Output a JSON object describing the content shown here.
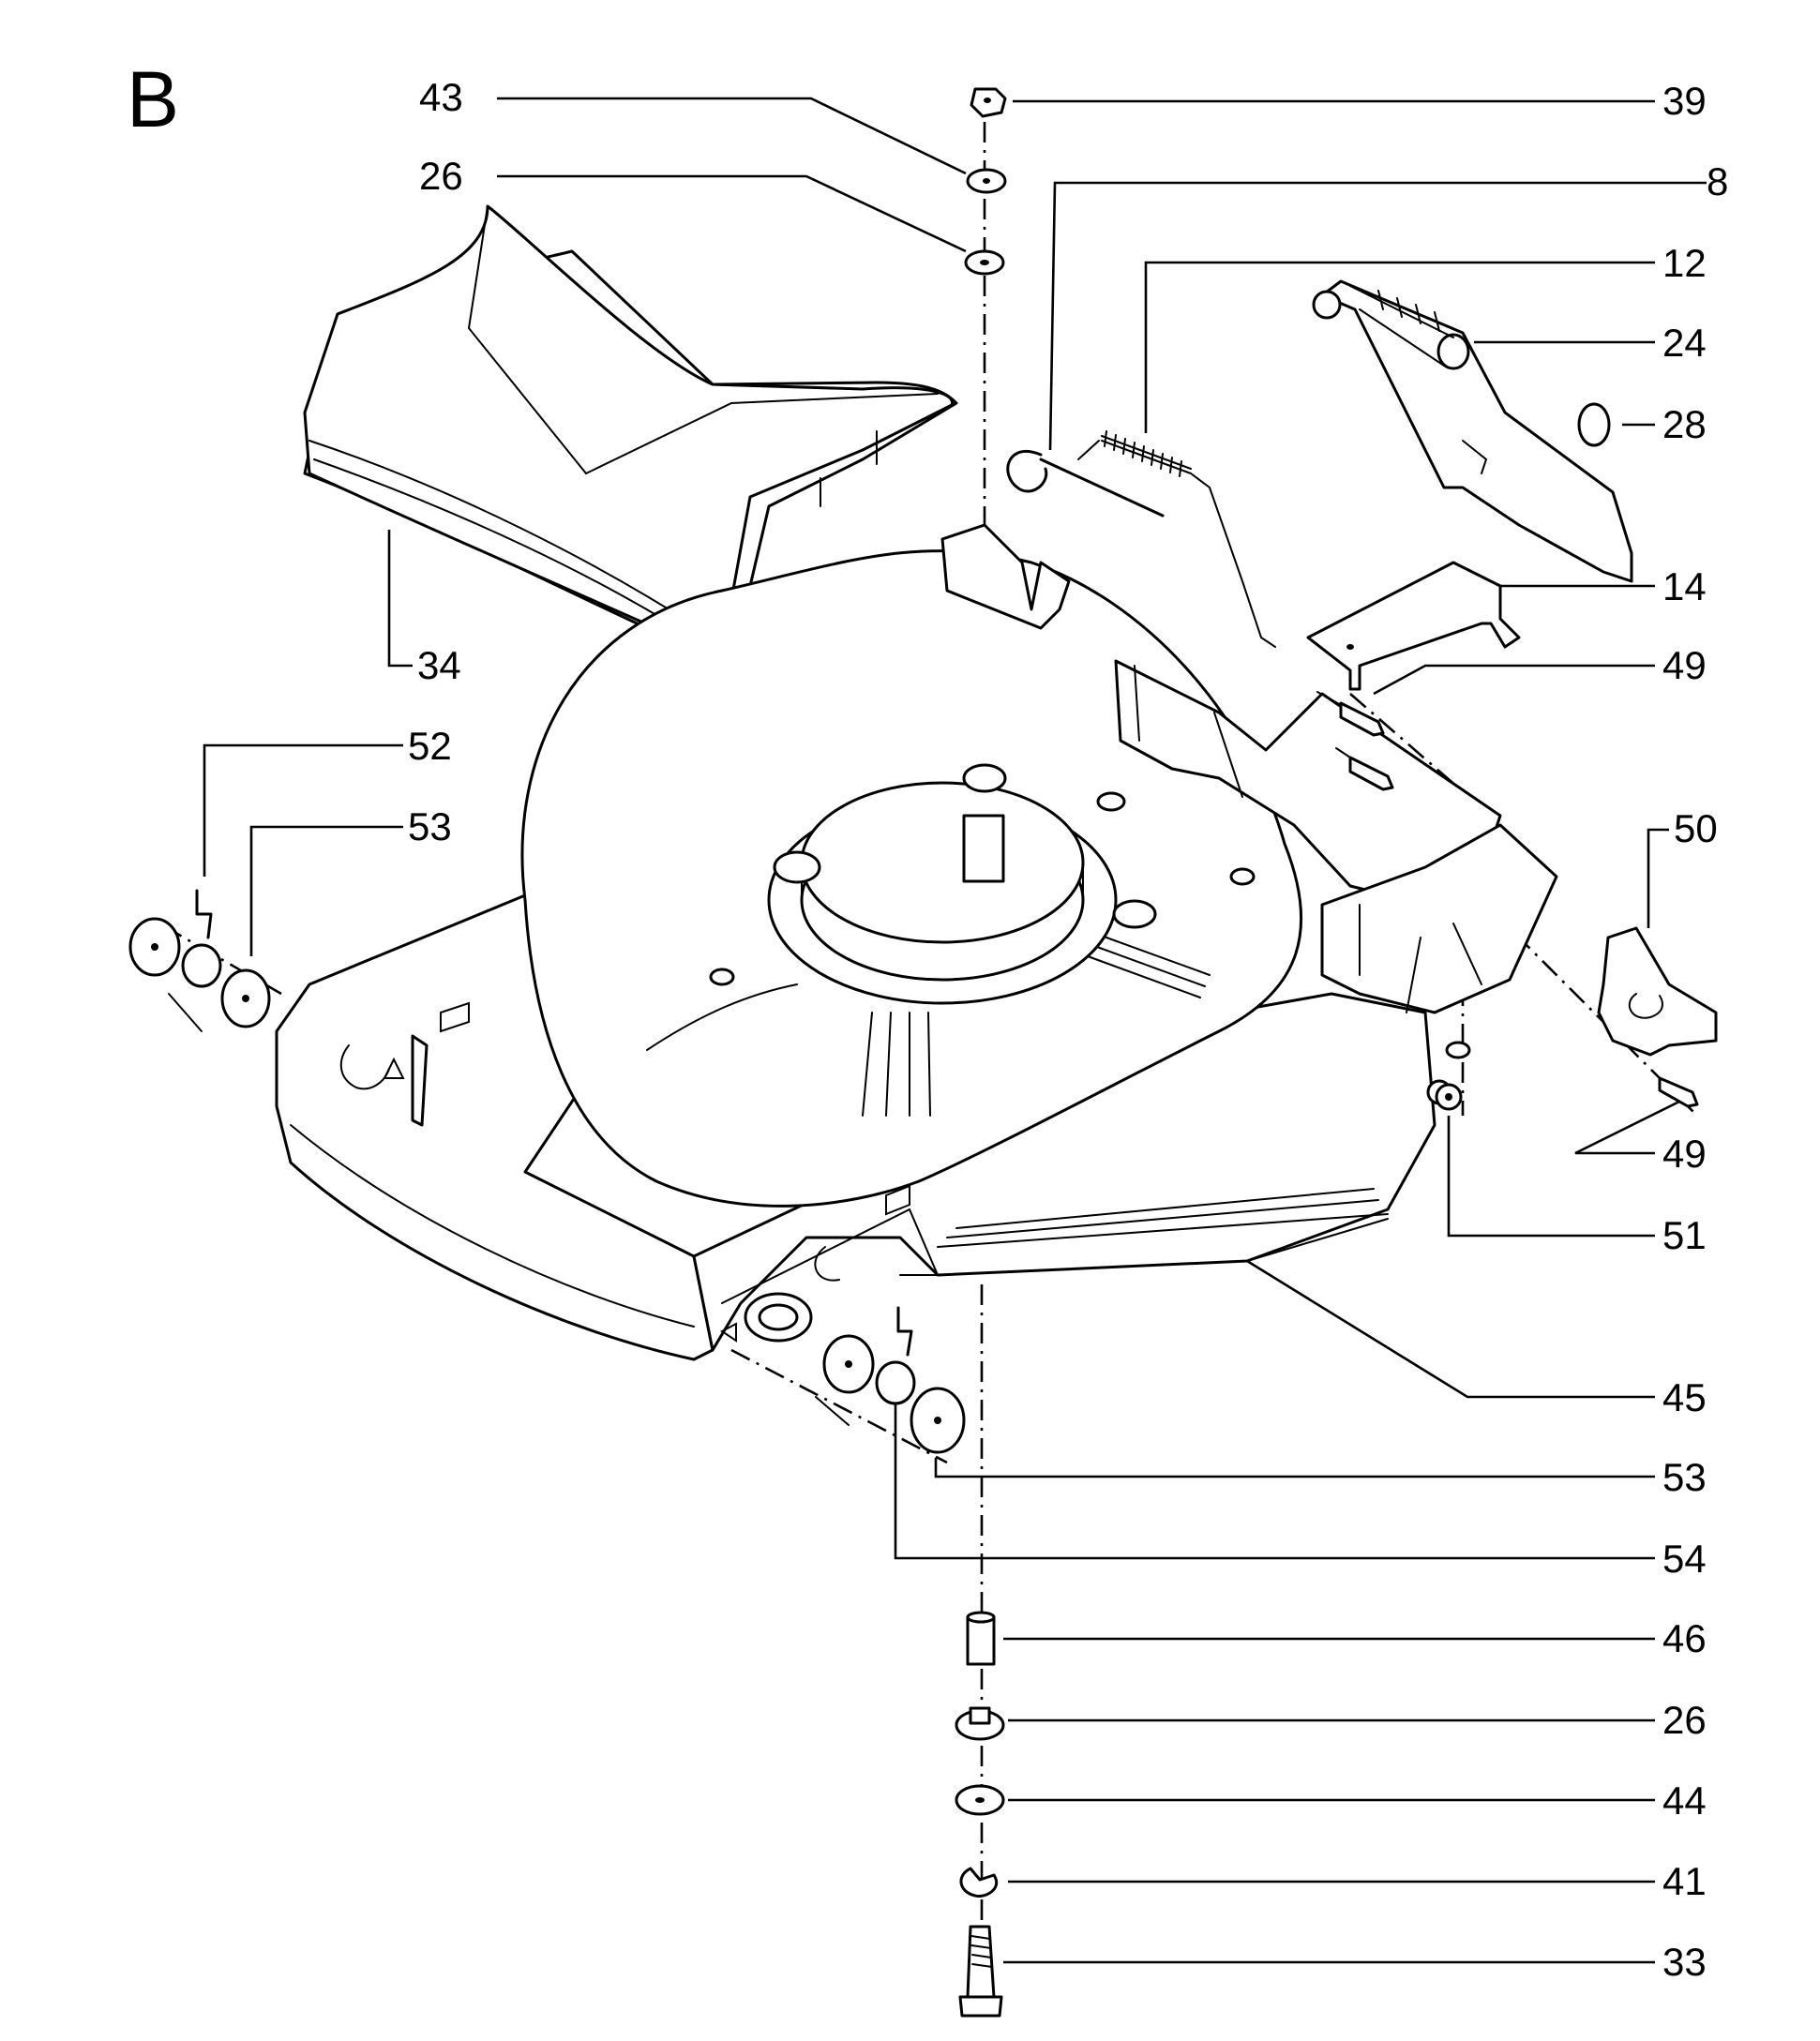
{
  "section_letter": "B",
  "labels": {
    "l43": "43",
    "l26_top": "26",
    "l39": "39",
    "l8": "8",
    "l12": "12",
    "l24": "24",
    "l28": "28",
    "l34": "34",
    "l14": "14",
    "l49_top": "49",
    "l52": "52",
    "l53_left": "53",
    "l50": "50",
    "l49_right": "49",
    "l51": "51",
    "l45": "45",
    "l53_bottom": "53",
    "l54": "54",
    "l46": "46",
    "l26_bottom": "26",
    "l44": "44",
    "l41": "41",
    "l33": "33"
  }
}
